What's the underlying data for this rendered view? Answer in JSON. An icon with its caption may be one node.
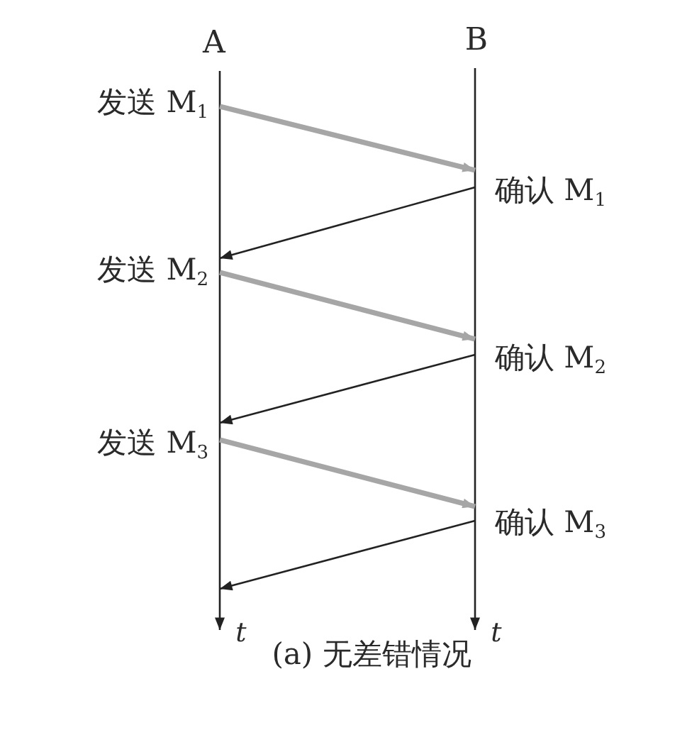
{
  "diagram": {
    "caption": "(a) 无差错情况",
    "nodes": [
      {
        "text": [
          "发送 M$_{1}$"
        ]
      },
      {
        "text": [
          "确认 M$_{1}$"
        ]
      },
      {
        "text": [
          "发送 M$_{2}$"
        ]
      },
      {
        "text": [
          "确认 M$_{2}$"
        ]
      },
      {
        "text": [
          "发送 M$_{3}$"
        ]
      },
      {
        "text": [
          "确认 M$_{3}$"
        ]
      }
    ],
    "edges": [
      {
        "from": 0,
        "to": 1,
        "arrow": "to",
        "style": "thick",
        "color": "#a6a6a6"
      },
      {
        "from": 1,
        "to": 2,
        "arrow": "to",
        "color": "#222222"
      },
      {
        "from": 2,
        "to": 3,
        "arrow": "to",
        "style": "thick",
        "color": "#a6a6a6"
      },
      {
        "from": 3,
        "to": 4,
        "arrow": "to",
        "color": "#222222"
      },
      {
        "from": 4,
        "to": 5,
        "arrow": "to",
        "style": "thick",
        "color": "#a6a6a6"
      },
      {
        "from": 5,
        "to": null,
        "arrow": "to",
        "color": "#222222"
      }
    ],
    "labels": [
      "A",
      "B",
      "t",
      "t"
    ]
  }
}
